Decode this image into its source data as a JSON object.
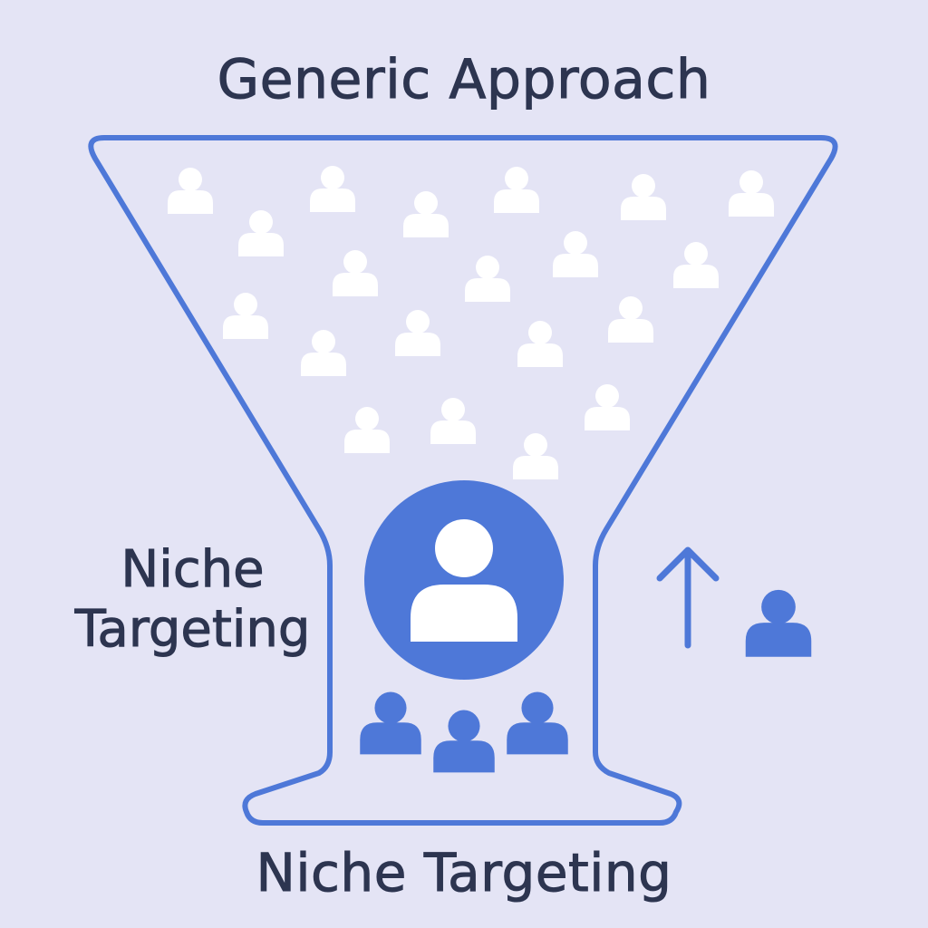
{
  "diagram": {
    "title_top": "Generic Approach",
    "side_label": {
      "line1": "Niche",
      "line2": "Targeting"
    },
    "title_bottom": "Niche Targeting",
    "colors": {
      "background": "#e4e4f5",
      "funnel_stroke": "#4e78d8",
      "accent": "#4e78d8",
      "text": "#2d3550",
      "person_light": "#ffffff"
    },
    "icons": {
      "crowd": "person-icon",
      "focus": "focused-person-icon",
      "group": "group-person-icon",
      "arrow": "arrow-up-icon"
    }
  }
}
